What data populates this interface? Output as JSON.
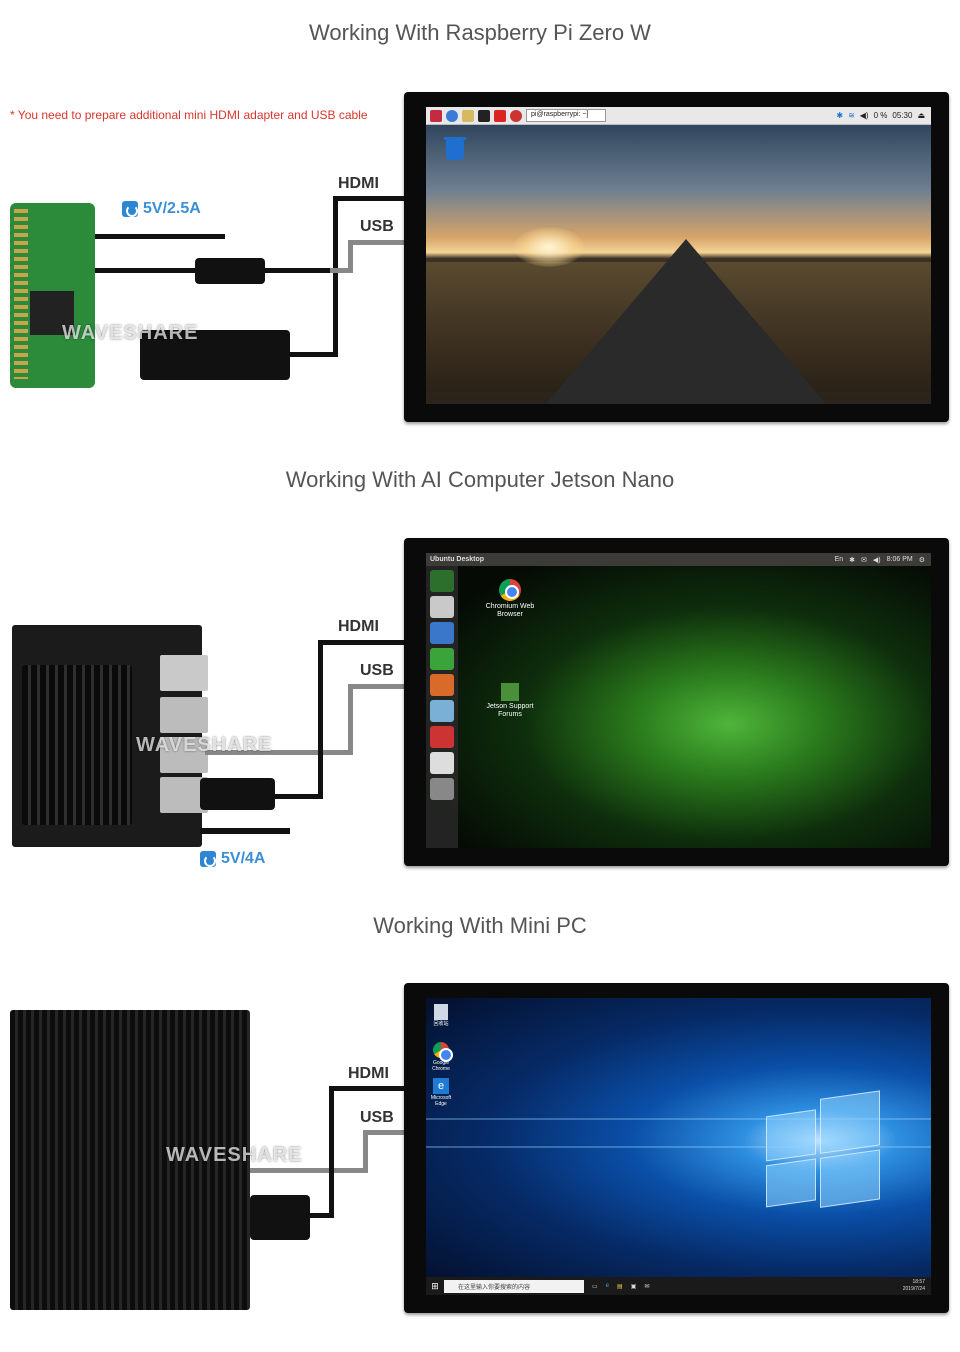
{
  "sections": [
    {
      "title": "Working With Raspberry Pi Zero W"
    },
    {
      "title": "Working With AI Computer Jetson Nano"
    },
    {
      "title": "Working With Mini PC"
    }
  ],
  "note": "* You need to prepare additional mini HDMI adapter and USB cable",
  "pi": {
    "power": "5V/2.5A",
    "hdmi_label": "HDMI",
    "usb_label": "USB",
    "watermark": "WAVESHARE",
    "screen": {
      "terminal_tab": "pi@raspberrypi: ~]",
      "battery": "0 %",
      "clock": "05:30"
    }
  },
  "jetson": {
    "power": "5V/4A",
    "hdmi_label": "HDMI",
    "usb_label": "USB",
    "watermark": "WAVESHARE",
    "screen": {
      "topbar_title": "Ubuntu Desktop",
      "topbar_lang": "En",
      "topbar_clock": "8:06 PM",
      "desktop_items": [
        "Chromium Web Browser",
        "Jetson Support Forums"
      ]
    }
  },
  "minipc": {
    "hdmi_label": "HDMI",
    "usb_label": "USB",
    "watermark": "WAVESHARE",
    "screen": {
      "desktop_items": [
        "回收站",
        "Google Chrome",
        "Microsoft Edge"
      ],
      "search_placeholder": "在这里输入你要搜索的内容",
      "tray_time": "18:57",
      "tray_date": "2019/7/24"
    }
  },
  "colors": {
    "note_red": "#d9362c",
    "power_blue": "#3a8fd6",
    "cable_black": "#111111",
    "cable_gray": "#888888"
  }
}
